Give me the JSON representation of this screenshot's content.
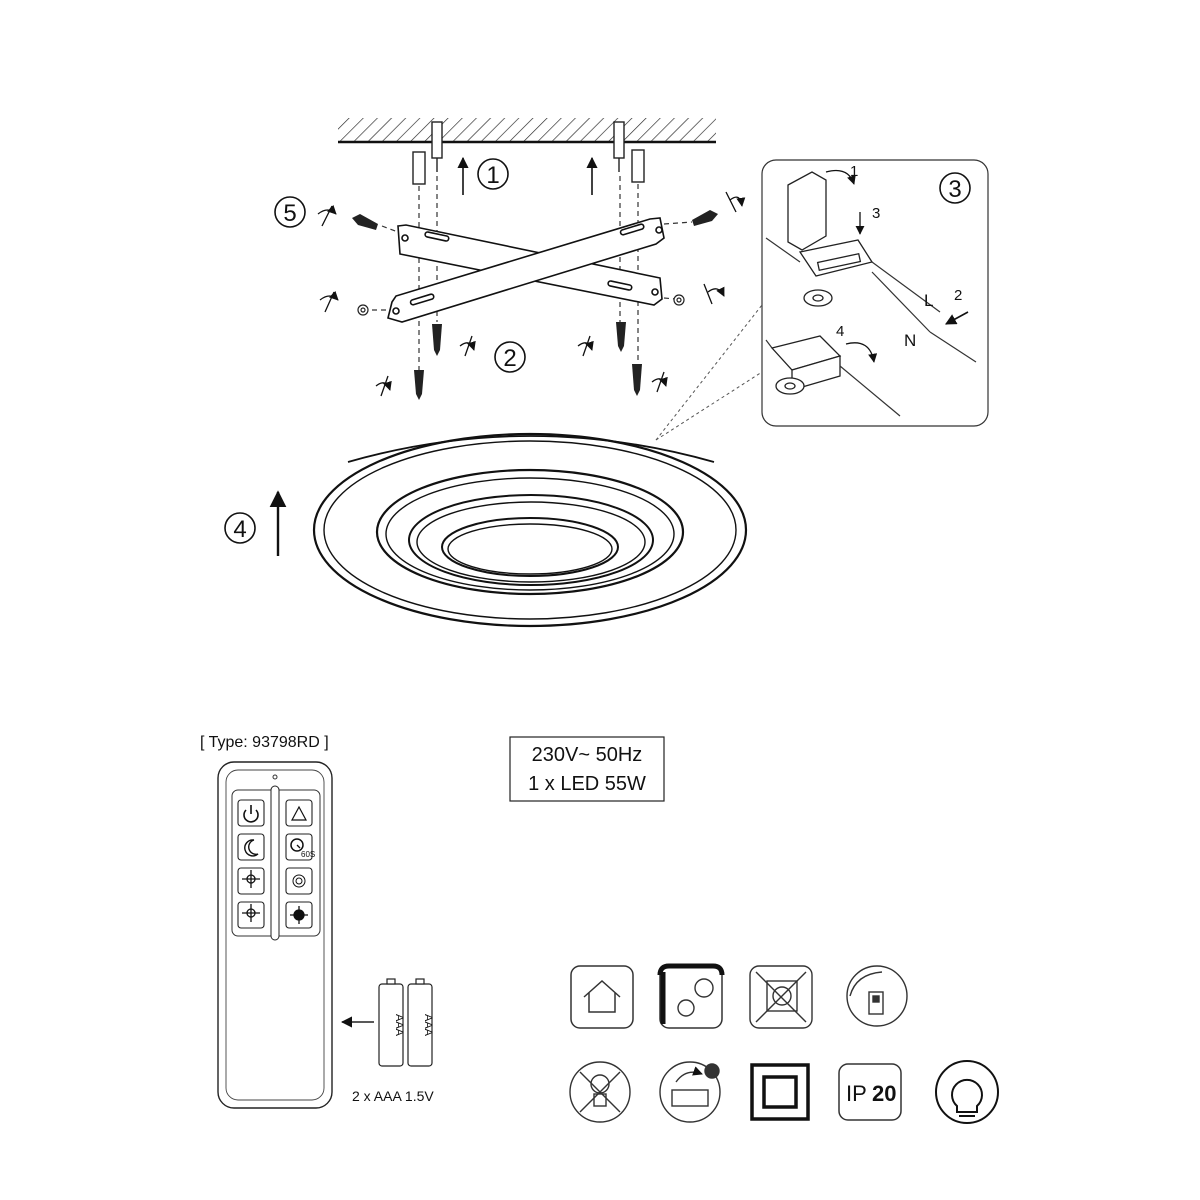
{
  "steps": {
    "step1": "1",
    "step2": "2",
    "step3": "3",
    "step4": "4",
    "step5": "5"
  },
  "inset": {
    "sub1": "1",
    "sub2": "2",
    "sub3": "3",
    "sub4": "4",
    "live": "L",
    "neutral": "N"
  },
  "product": {
    "type_label": "[ Type: 93798RD ]",
    "voltage": "230V~ 50Hz",
    "lamp": "1 x LED 55W"
  },
  "remote": {
    "battery_label": "AAA",
    "battery_spec": "2 x AAA 1.5V",
    "timer_label": "60S"
  },
  "symbols": {
    "ip_prefix": "IP",
    "ip_value": "20"
  },
  "icons": [
    "indoor-use-icon",
    "ceiling-mount-icon",
    "no-dimmer-icon",
    "wall-switch-icon",
    "led-not-replaceable-icon",
    "recycle-icon",
    "class-ii-icon",
    "ip20-icon",
    "bulb-icon"
  ]
}
